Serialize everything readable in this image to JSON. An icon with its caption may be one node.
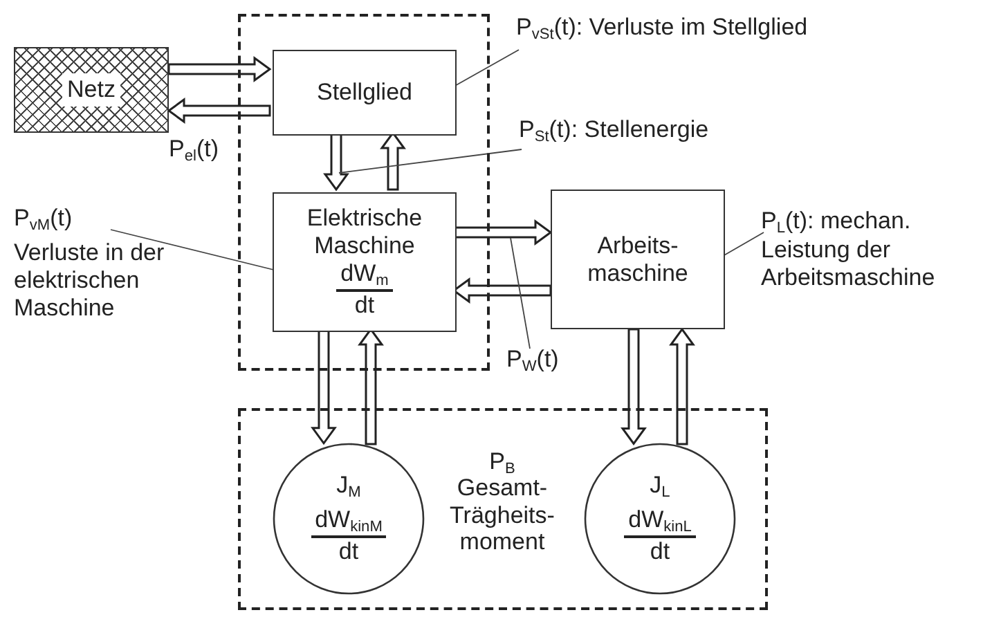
{
  "diagram": {
    "nodes": [
      {
        "text": [],
        "shape": "box"
      },
      {
        "text": [
          "Netz"
        ]
      },
      {
        "text": [
          "Stellglied"
        ],
        "in": 0
      },
      {
        "text": [
          "Elektrische Maschine",
          "dW$_{m}$",
          "dt"
        ],
        "in": 0
      },
      {
        "text": [
          "Arbeits- maschine"
        ]
      },
      {
        "text": [],
        "shape": "box"
      },
      {
        "text": [
          "J$_{M}$",
          "dW$_{kinM}$",
          "dt"
        ],
        "in": 5
      },
      {
        "text": [
          "J$_{L}$",
          "dW$_{kinL}$",
          "dt"
        ],
        "in": 5
      },
      {
        "text": [
          "P$_{vSt}$(t): Verluste im Stellglied"
        ]
      },
      {
        "text": [
          "P$_{St}$(t): Stellenergie"
        ]
      },
      {
        "text": [
          "P$_{vM}$(t)",
          "Verluste in der elektrischen Maschine"
        ]
      },
      {
        "text": [
          "P$_{L}$(t): mechan. Leistung der Arbeitsmaschine"
        ]
      },
      {
        "text": [
          "P$_{W}$(t)"
        ]
      }
    ],
    "edges": [
      {
        "from": 1,
        "to": 2,
        "arrow": "to"
      },
      {
        "from": 2,
        "to": 1,
        "arrow": "to"
      },
      {
        "from": 2,
        "to": 3,
        "arrow": "to"
      },
      {
        "from": 3,
        "to": 2,
        "arrow": "to"
      },
      {
        "from": 3,
        "to": 4,
        "arrow": "to"
      },
      {
        "from": 4,
        "to": 3,
        "arrow": "to"
      },
      {
        "from": 3,
        "to": 6,
        "arrow": "to"
      },
      {
        "from": 6,
        "to": 3,
        "arrow": "to"
      },
      {
        "from": 4,
        "to": 7,
        "arrow": "to"
      },
      {
        "from": 7,
        "to": 4,
        "arrow": "to"
      },
      {
        "from": 8,
        "to": 2,
        "arrow": "none"
      },
      {
        "from": 9,
        "to": null,
        "arrow": "none"
      },
      {
        "from": 10,
        "to": 3,
        "arrow": "none"
      },
      {
        "from": 11,
        "to": 4,
        "arrow": "none"
      },
      {
        "from": 12,
        "to": null,
        "arrow": "none"
      }
    ],
    "labels": [
      "P$_{el}$(t)",
      "P$_{B}$",
      "Gesamt- Trägheits- moment"
    ]
  }
}
